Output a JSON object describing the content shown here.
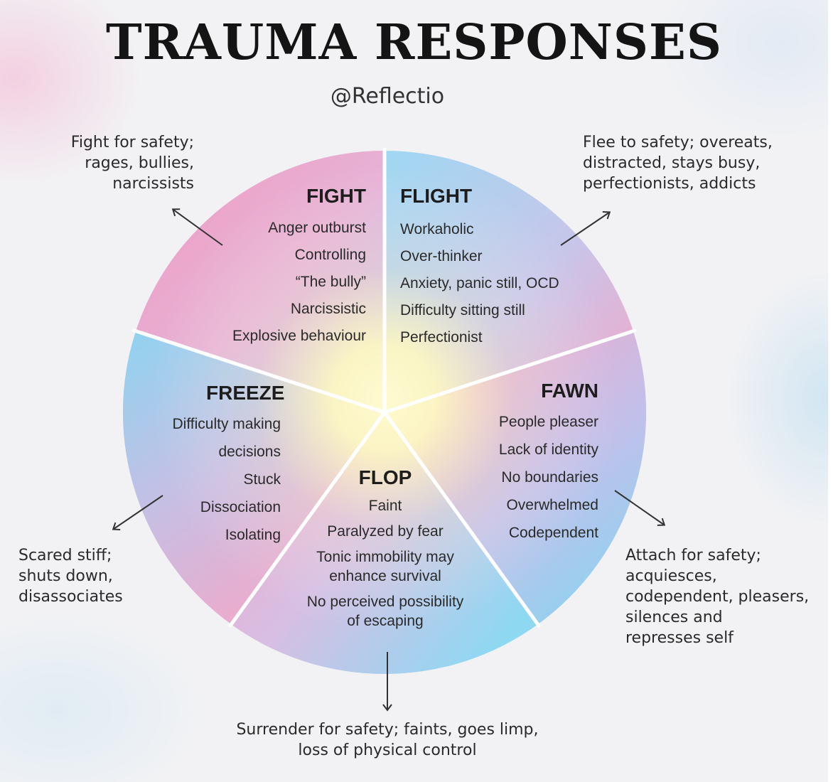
{
  "title": "TRAUMA RESPONSES",
  "handle": "@Reflectio",
  "sections": {
    "fight": {
      "heading": "FIGHT",
      "items": [
        "Anger outburst",
        "Controlling",
        "“The bully”",
        "Narcissistic",
        "Explosive behaviour"
      ],
      "note": [
        "Fight for safety;",
        "rages, bullies,",
        "narcissists"
      ]
    },
    "flight": {
      "heading": "FLIGHT",
      "items": [
        "Workaholic",
        "Over-thinker",
        "Anxiety, panic still, OCD",
        "Difficulty sitting still",
        "Perfectionist"
      ],
      "note": [
        "Flee to safety; overeats,",
        "distracted, stays busy,",
        "perfectionists, addicts"
      ]
    },
    "freeze": {
      "heading": "FREEZE",
      "items": [
        "Difficulty making",
        "decisions",
        "Stuck",
        "Dissociation",
        "Isolating"
      ],
      "note": [
        "Scared stiff;",
        "shuts down,",
        "disassociates"
      ]
    },
    "fawn": {
      "heading": "FAWN",
      "items": [
        "People pleaser",
        "Lack of identity",
        "No boundaries",
        "Overwhelmed",
        "Codependent"
      ],
      "note": [
        "Attach for safety;",
        "acquiesces,",
        "codependent, pleasers,",
        "silences and",
        "represses self"
      ]
    },
    "flop": {
      "heading": "FLOP",
      "items": [
        "Faint",
        "Paralyzed by fear",
        "Tonic immobility may\nenhance survival",
        "No perceived possibility\nof escaping"
      ],
      "note": [
        "Surrender for safety; faints, goes limp,",
        "loss of physical control"
      ]
    }
  },
  "colors": {
    "pink": "#f4a9c8",
    "blue": "#a9ddf3",
    "yellow": "#fdf6bd",
    "lavender": "#c9b8e3",
    "divider": "#ffffff"
  }
}
